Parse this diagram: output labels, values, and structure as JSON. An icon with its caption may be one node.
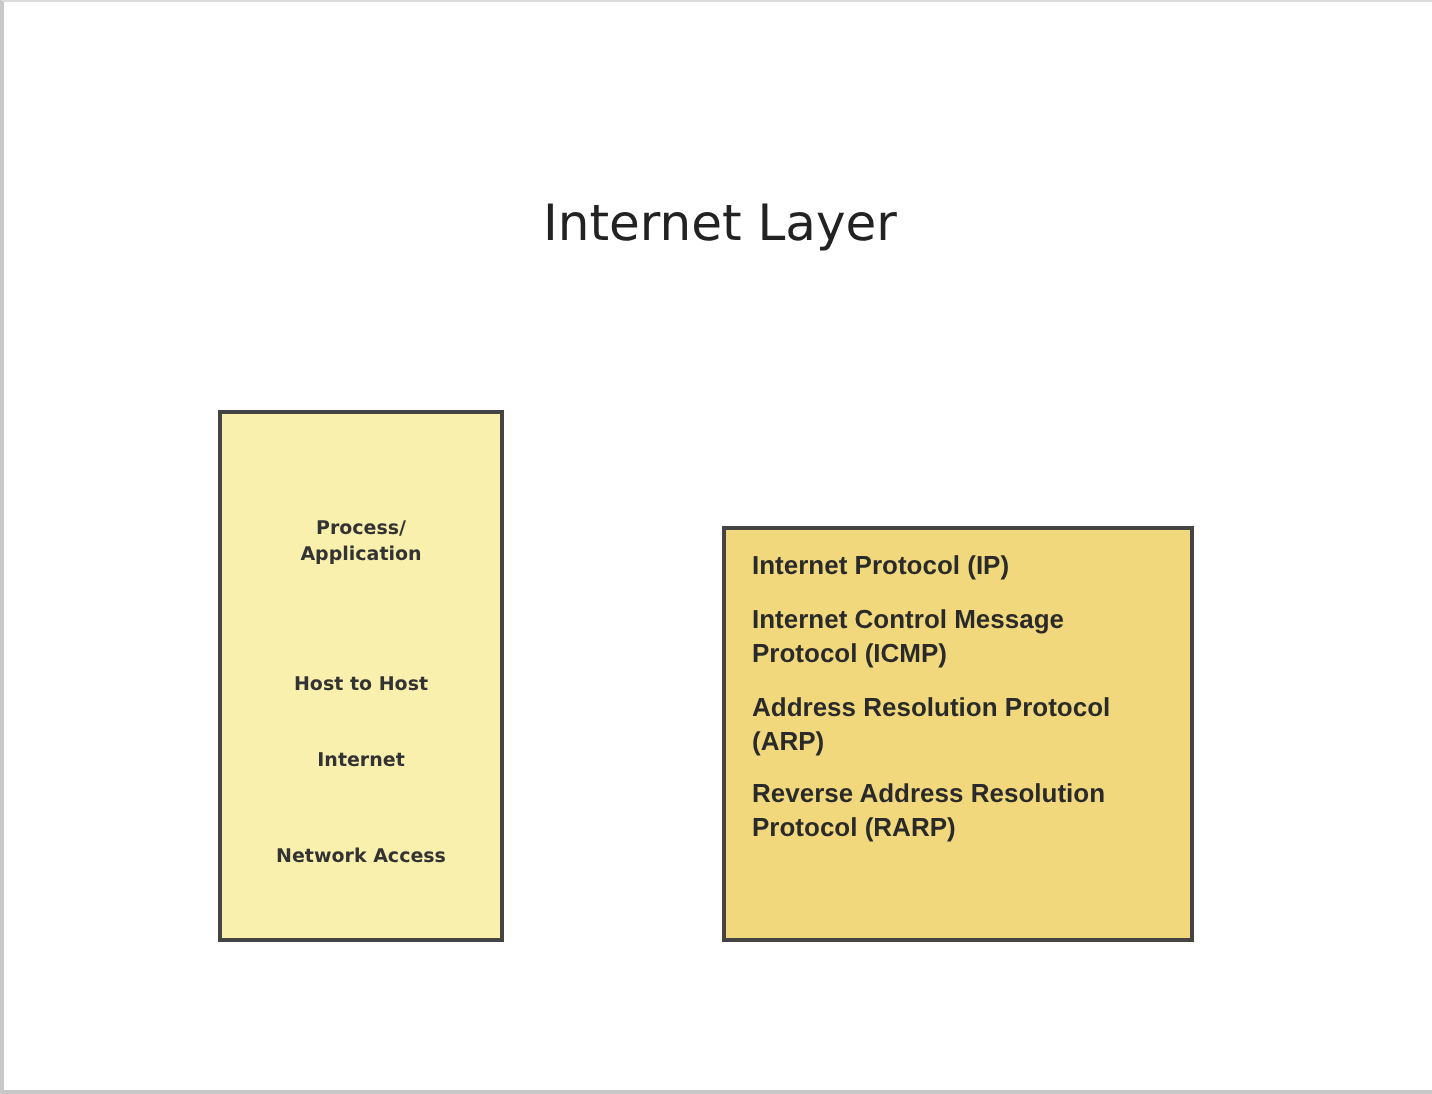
{
  "diagram": {
    "title": "Internet Layer",
    "nodes": [
      {
        "text": [
          "Process/ Application",
          "Host to Host",
          "Internet",
          "Network Access"
        ]
      },
      {
        "text": [
          "Internet Protocol (IP)",
          "Internet Control Message Protocol (ICMP)",
          "Address Resolution Protocol (ARP)",
          "Reverse Address Resolution Protocol (RARP)"
        ]
      }
    ]
  }
}
